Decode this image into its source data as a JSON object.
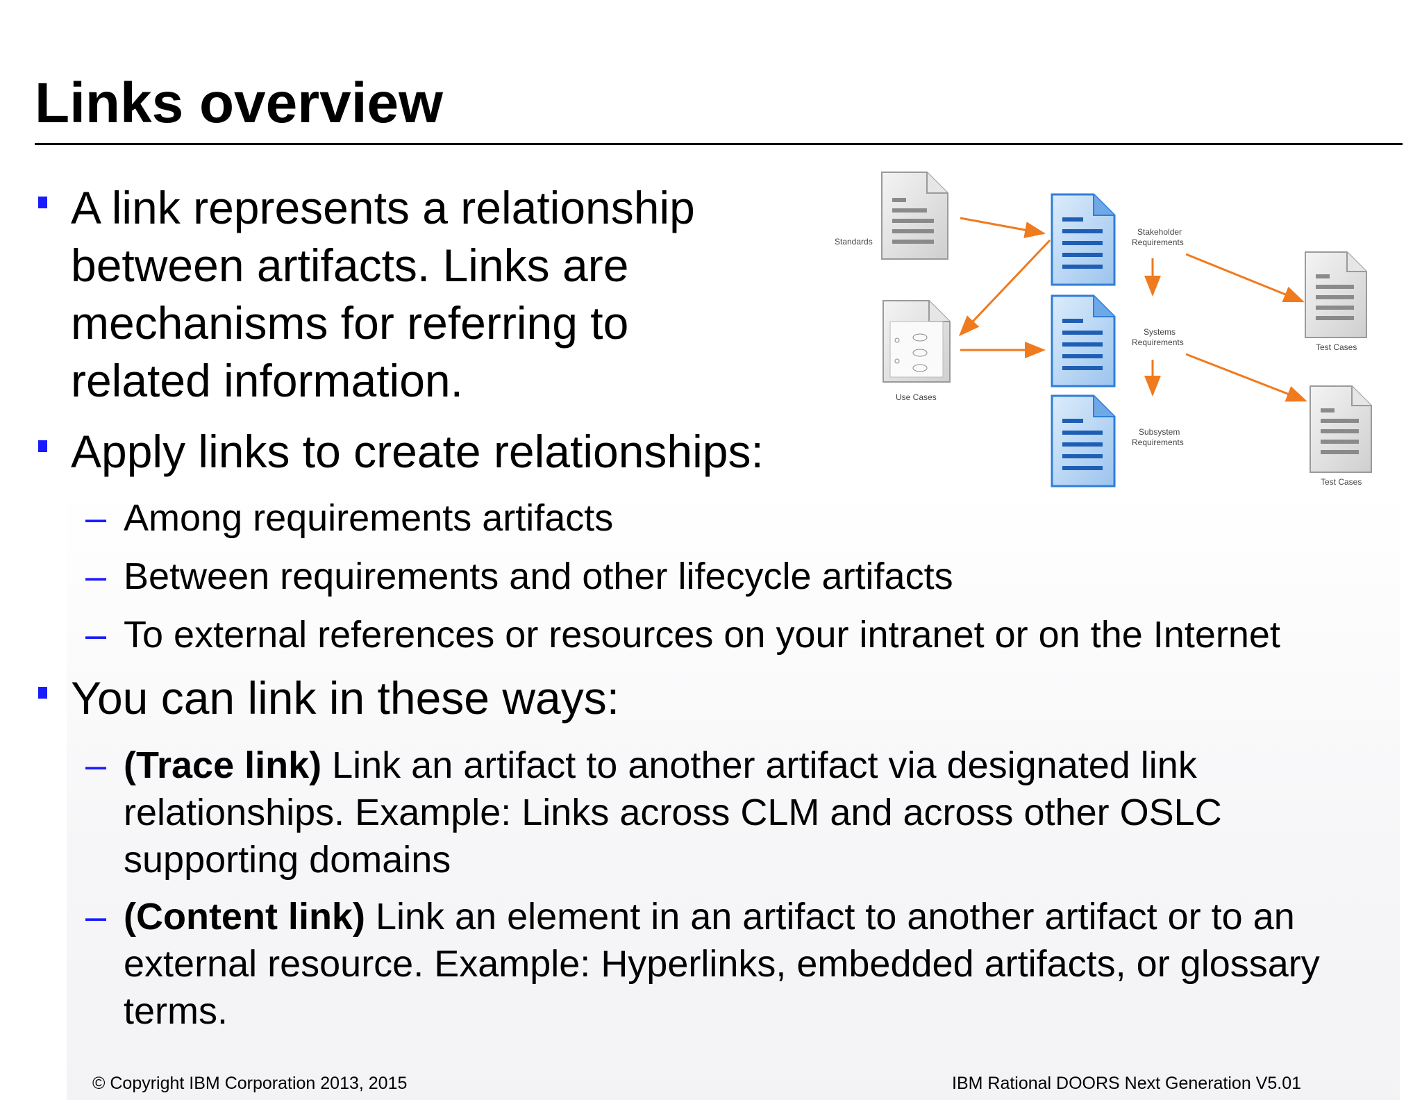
{
  "title": "Links overview",
  "bullets": [
    {
      "text": "A link represents a relationship between artifacts. Links are mechanisms for referring to related information."
    },
    {
      "text": "Apply links to create relationships:",
      "subs": [
        "Among requirements artifacts",
        "Between requirements and other lifecycle artifacts",
        "To external references or resources on your intranet or on the Internet"
      ]
    },
    {
      "text": "You can link in these ways:",
      "subs": [
        {
          "bold": "(Trace link)",
          "text": " Link an artifact to another artifact via designated link relationships. Example: Links across CLM and across other OSLC supporting domains"
        },
        {
          "bold": "(Content link)",
          "text": " Link an element in an artifact to another artifact or to an external resource. Example: Hyperlinks, embedded artifacts, or glossary terms."
        }
      ]
    }
  ],
  "diagram": {
    "labels": {
      "standards": "Standards",
      "use_cases": "Use Cases",
      "stakeholder_line1": "Stakeholder",
      "stakeholder_line2": "Requirements",
      "systems_line1": "Systems",
      "systems_line2": "Requirements",
      "subsystem_line1": "Subsystem",
      "subsystem_line2": "Requirements",
      "test_cases_1": "Test Cases",
      "test_cases_2": "Test Cases"
    },
    "colors": {
      "arrow": "#f07a1e",
      "doc_blue": "#2f7ed8",
      "doc_gray": "#d9d9d9",
      "bullet": "#1a1aff"
    }
  },
  "footer": {
    "copyright": "© Copyright IBM Corporation 2013, 2015",
    "product": "IBM Rational DOORS Next Generation V5.01"
  }
}
